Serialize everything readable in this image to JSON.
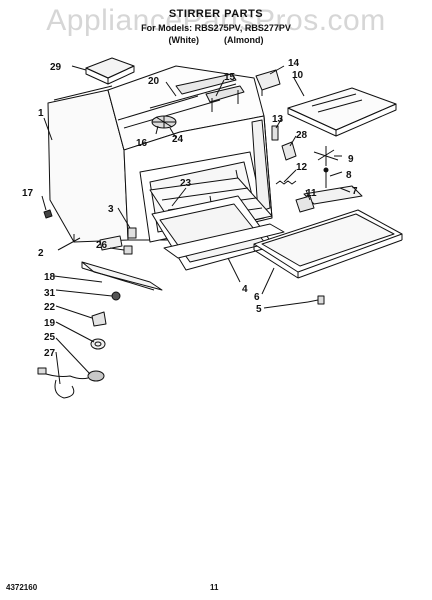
{
  "header": {
    "title": "STIRRER PARTS",
    "models_line": "For Models: RBS275PV, RBS277PV",
    "colors_line": "(White)          (Almond)"
  },
  "watermark": "AppliancePartsPros.com",
  "footer": {
    "doc_number": "4372160",
    "page_number": "11"
  },
  "callouts": [
    "1",
    "2",
    "3",
    "4",
    "5",
    "6",
    "7",
    "8",
    "9",
    "10",
    "11",
    "12",
    "13",
    "14",
    "15",
    "16",
    "17",
    "18",
    "19",
    "20",
    "22",
    "23",
    "24",
    "25",
    "26",
    "27",
    "28",
    "29",
    "31"
  ],
  "colors": {
    "ink": "#111111",
    "watermark": "#c9c9c9",
    "background": "#ffffff"
  }
}
